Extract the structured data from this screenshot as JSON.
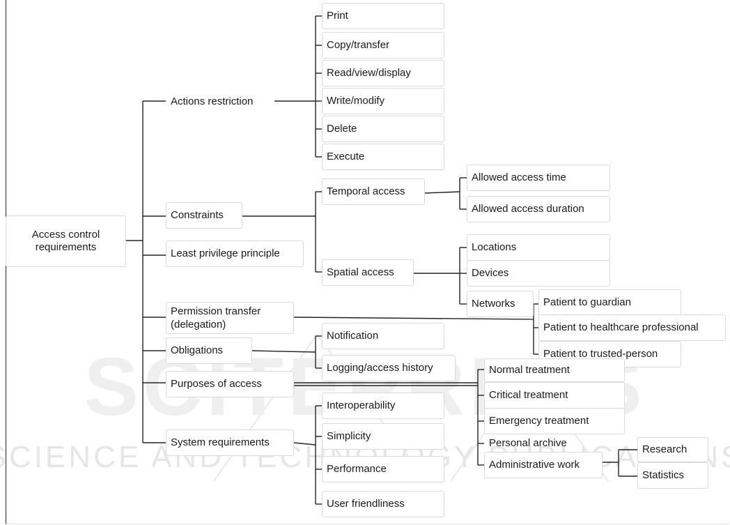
{
  "root": "Access control requirements",
  "categories": [
    "Actions restriction",
    "Constraints",
    "Least privilege principle",
    "Permission transfer (delegation)",
    "Obligations",
    "Purposes of access",
    "System requirements"
  ],
  "actions": [
    "Print",
    "Copy/transfer",
    "Read/view/display",
    "Write/modify",
    "Delete",
    "Execute"
  ],
  "constraints": {
    "temporal": "Temporal access",
    "temporal_items": [
      "Allowed access time",
      "Allowed access duration"
    ],
    "spatial": "Spatial access",
    "spatial_items": [
      "Locations",
      "Devices",
      "Networks"
    ]
  },
  "delegation_items": [
    "Patient to guardian",
    "Patient to healthcare professional",
    "Patient to trusted-person"
  ],
  "obligation_items": [
    "Notification",
    "Logging/access history"
  ],
  "purpose_items": [
    "Normal treatment",
    "Critical treatment",
    "Emergency treatment",
    "Personal archive",
    "Administrative work"
  ],
  "admin_items": [
    "Research",
    "Statistics"
  ],
  "system_items": [
    "Interoperability",
    "Simplicity",
    "Performance",
    "User friendliness"
  ],
  "watermark": {
    "big": "SCITEPRESS",
    "small": "SCIENCE AND TECHNOLOGY PUBLICATIONS"
  },
  "colors": {
    "line": "#222222",
    "border": "#d9d9d9",
    "watermark": "#ececec"
  }
}
